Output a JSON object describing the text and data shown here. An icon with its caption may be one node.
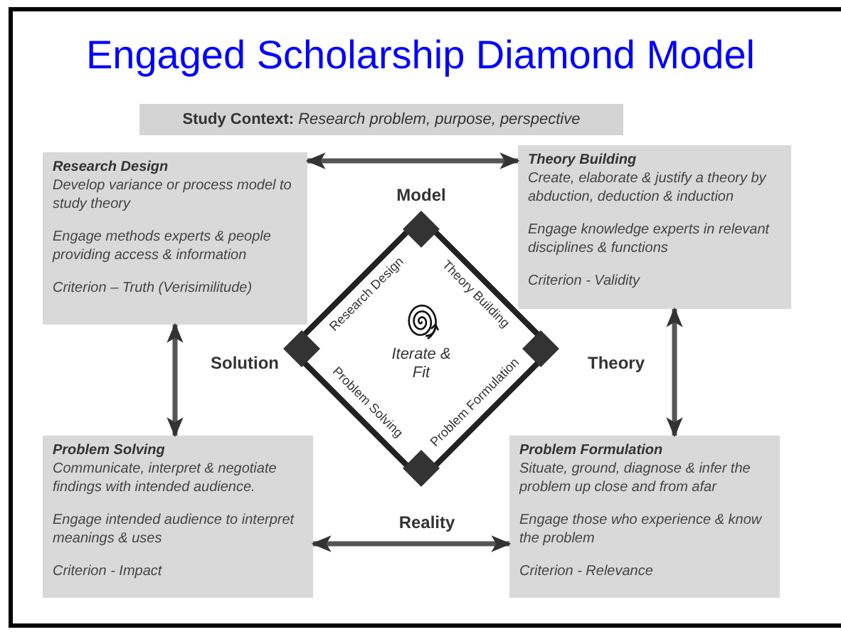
{
  "diagram": {
    "title": "Engaged Scholarship Diamond Model",
    "nodes": [
      {
        "text": [
          "**Study Context:** *Research problem, purpose, perspective*"
        ]
      },
      {
        "text": [
          "Research Design",
          "Develop variance or process model to study theory",
          "Engage methods experts & people providing access & information",
          "Criterion – Truth (Verisimilitude)"
        ]
      },
      {
        "text": [
          "Theory Building",
          "Create, elaborate & justify a theory by abduction, deduction & induction",
          "Engage knowledge experts in relevant disciplines & functions",
          "Criterion - Validity"
        ]
      },
      {
        "text": [
          "Problem Solving",
          "Communicate, interpret & negotiate findings with intended audience.",
          "Engage intended audience to interpret meanings & uses",
          "Criterion - Impact"
        ]
      },
      {
        "text": [
          "Problem Formulation",
          "Situate, ground, diagnose & infer the problem up close and from afar",
          "Engage those who experience & know the problem",
          "Criterion - Relevance"
        ]
      },
      {
        "text": [
          "Iterate & Fit"
        ]
      }
    ],
    "edges": [
      {
        "from": 1,
        "to": 2,
        "arrow": "both"
      },
      {
        "from": 1,
        "to": 3,
        "arrow": "both"
      },
      {
        "from": 2,
        "to": 4,
        "arrow": "both"
      },
      {
        "from": 3,
        "to": 4,
        "arrow": "both"
      }
    ],
    "labels": [
      "Model",
      "Research Design",
      "Theory Building",
      "Solution",
      "Theory",
      "Problem Solving",
      "Problem Formulation",
      "Reality"
    ]
  }
}
